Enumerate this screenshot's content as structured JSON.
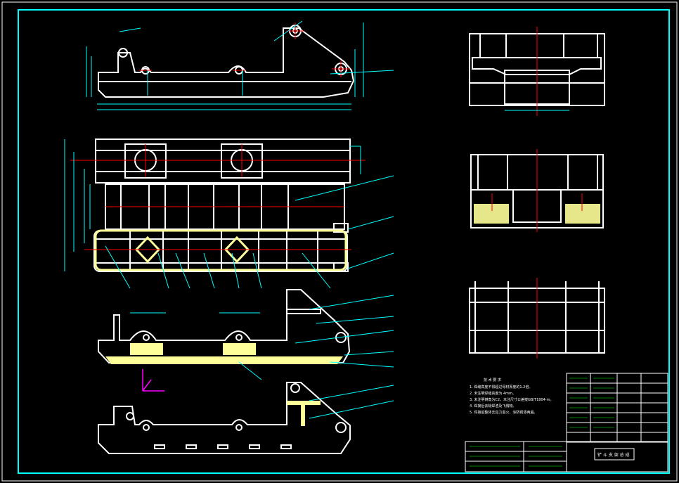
{
  "drawing": {
    "background": "#000000",
    "colors": {
      "outline": "#ffffff",
      "centerline": "#ff0000",
      "dimension": "#00ffff",
      "hatch": "#ffff99",
      "table_text": "#00ff00",
      "axis_magenta": "#ff00ff"
    },
    "notes": {
      "heading": "技 术 要 求",
      "items": [
        "1. 焊缝高度不得超过母材厚度的1.2倍。",
        "2. 未注明焊缝高度为 4mm。",
        "3. 未注明倒角为C2，未注尺寸公差按GB/T1804-m。",
        "4. 焊接后去除焊渣及飞溅物。",
        "5. 焊接后整体去应力退火，涂防锈漆两遍。"
      ]
    },
    "title_block": {
      "drawing_title": "铲 斗 支 架 总 成"
    }
  }
}
